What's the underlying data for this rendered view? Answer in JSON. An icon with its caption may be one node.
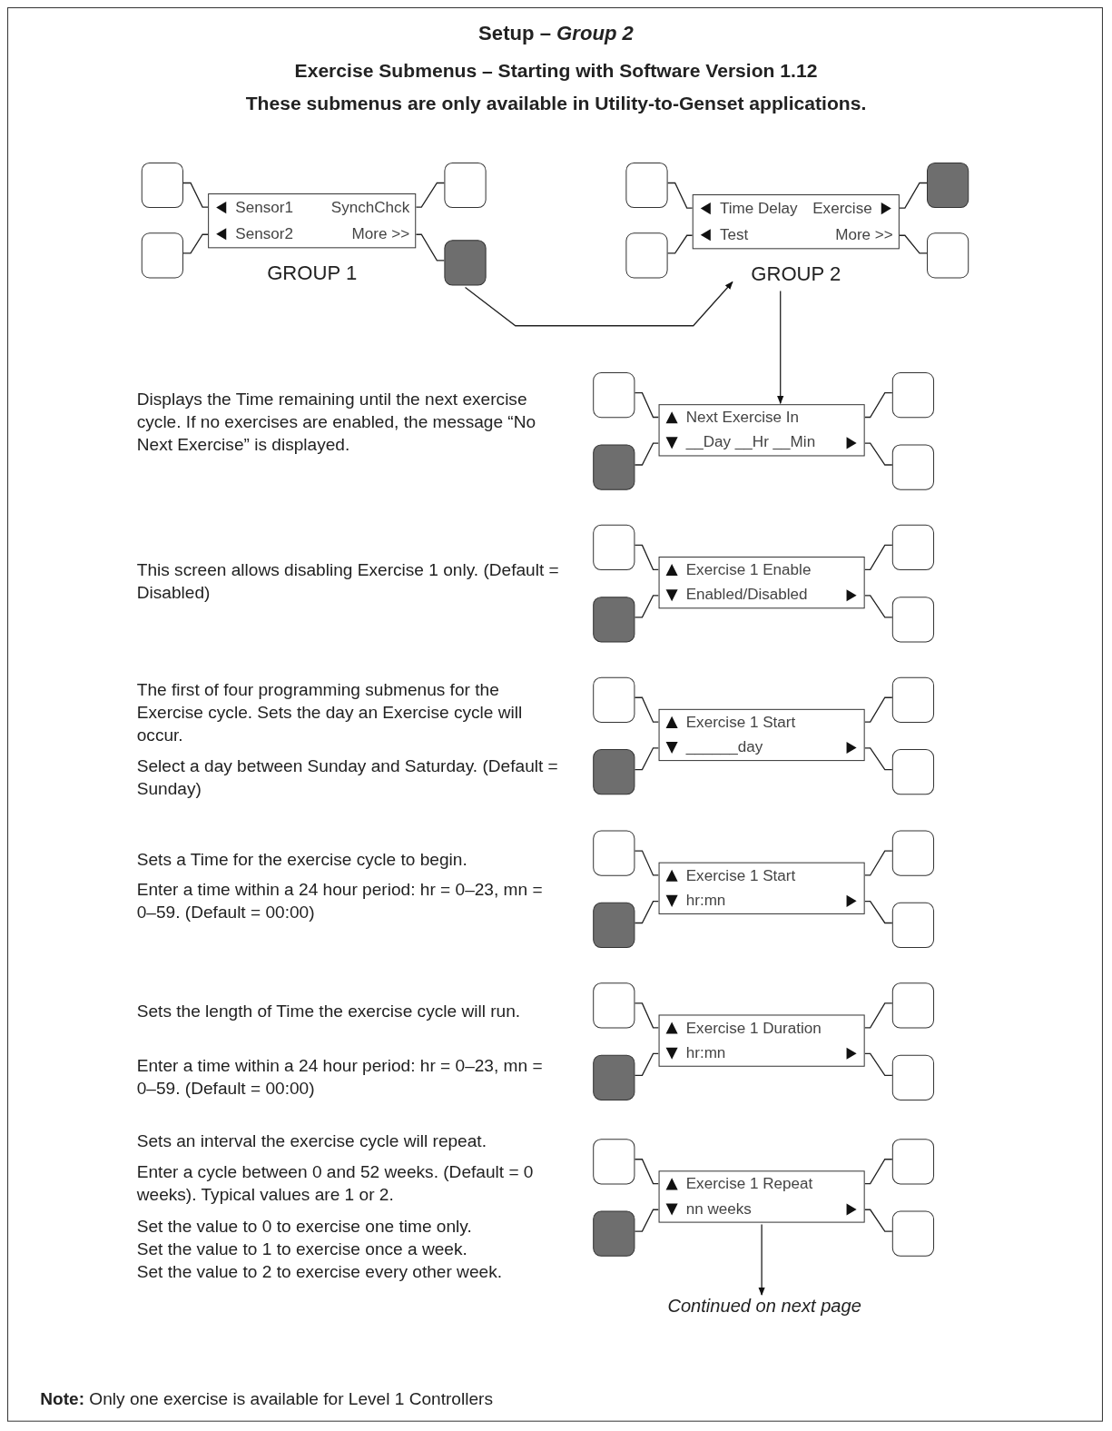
{
  "diagram": {
    "title": "Setup – *Group 2*",
    "nodes": [
      {
        "text": [
          "Sensor1",
          "SynchChck",
          "Sensor2",
          "More >>"
        ],
        "beside": [
          "GROUP 1"
        ]
      },
      {
        "text": [],
        "shape": "box"
      },
      {
        "text": [],
        "shape": "box"
      },
      {
        "text": [],
        "shape": "box"
      },
      {
        "text": [],
        "shape": "box"
      },
      {
        "text": [
          "Time Delay",
          "Exercise",
          "Test",
          "More >>"
        ],
        "beside": [
          "GROUP 2"
        ]
      },
      {
        "text": [],
        "shape": "box"
      },
      {
        "text": [],
        "shape": "box"
      },
      {
        "text": [],
        "shape": "box"
      },
      {
        "text": [],
        "shape": "box"
      },
      {
        "text": [
          "Next Exercise In",
          "__Day __Hr __Min"
        ]
      },
      {
        "text": [],
        "shape": "box"
      },
      {
        "text": [],
        "shape": "box"
      },
      {
        "text": [],
        "shape": "box"
      },
      {
        "text": [],
        "shape": "box"
      },
      {
        "text": [
          "Exercise 1 Enable",
          "Enabled/Disabled"
        ]
      },
      {
        "text": [],
        "shape": "box"
      },
      {
        "text": [],
        "shape": "box"
      },
      {
        "text": [],
        "shape": "box"
      },
      {
        "text": [],
        "shape": "box"
      },
      {
        "text": [
          "Exercise 1 Start",
          "______day"
        ]
      },
      {
        "text": [],
        "shape": "box"
      },
      {
        "text": [],
        "shape": "box"
      },
      {
        "text": [],
        "shape": "box"
      },
      {
        "text": [],
        "shape": "box"
      },
      {
        "text": [
          "Exercise 1 Start",
          "hr:mn"
        ]
      },
      {
        "text": [],
        "shape": "box"
      },
      {
        "text": [],
        "shape": "box"
      },
      {
        "text": [],
        "shape": "box"
      },
      {
        "text": [],
        "shape": "box"
      },
      {
        "text": [
          "Exercise 1 Duration",
          "hr:mn"
        ]
      },
      {
        "text": [],
        "shape": "box"
      },
      {
        "text": [],
        "shape": "box"
      },
      {
        "text": [],
        "shape": "box"
      },
      {
        "text": [],
        "shape": "box"
      },
      {
        "text": [
          "Exercise 1 Repeat",
          "nn weeks"
        ]
      },
      {
        "text": [],
        "shape": "box"
      },
      {
        "text": [],
        "shape": "box"
      },
      {
        "text": [],
        "shape": "box"
      },
      {
        "text": [],
        "shape": "box"
      },
      {
        "text": [
          "Continued on next page"
        ]
      }
    ],
    "edges": [
      {
        "from": 1,
        "to": 0,
        "arrow": "none"
      },
      {
        "from": 2,
        "to": 0,
        "arrow": "none"
      },
      {
        "from": 3,
        "to": 0,
        "arrow": "none"
      },
      {
        "from": 4,
        "to": 0,
        "arrow": "none"
      },
      {
        "from": 4,
        "to": 5,
        "arrow": "to"
      },
      {
        "from": 6,
        "to": 5,
        "arrow": "none"
      },
      {
        "from": 7,
        "to": 5,
        "arrow": "none"
      },
      {
        "from": 8,
        "to": 5,
        "arrow": "none"
      },
      {
        "from": 9,
        "to": 5,
        "arrow": "none"
      },
      {
        "from": 5,
        "to": 10,
        "arrow": "to"
      },
      {
        "from": 11,
        "to": 10,
        "arrow": "none"
      },
      {
        "from": 12,
        "to": 10,
        "arrow": "none"
      },
      {
        "from": 13,
        "to": 10,
        "arrow": "none"
      },
      {
        "from": 14,
        "to": 10,
        "arrow": "none"
      },
      {
        "from": 16,
        "to": 15,
        "arrow": "none"
      },
      {
        "from": 17,
        "to": 15,
        "arrow": "none"
      },
      {
        "from": 18,
        "to": 15,
        "arrow": "none"
      },
      {
        "from": 19,
        "to": 15,
        "arrow": "none"
      },
      {
        "from": 21,
        "to": 20,
        "arrow": "none"
      },
      {
        "from": 22,
        "to": 20,
        "arrow": "none"
      },
      {
        "from": 23,
        "to": 20,
        "arrow": "none"
      },
      {
        "from": 24,
        "to": 20,
        "arrow": "none"
      },
      {
        "from": 26,
        "to": 25,
        "arrow": "none"
      },
      {
        "from": 27,
        "to": 25,
        "arrow": "none"
      },
      {
        "from": 28,
        "to": 25,
        "arrow": "none"
      },
      {
        "from": 29,
        "to": 25,
        "arrow": "none"
      },
      {
        "from": 31,
        "to": 30,
        "arrow": "none"
      },
      {
        "from": 32,
        "to": 30,
        "arrow": "none"
      },
      {
        "from": 33,
        "to": 30,
        "arrow": "none"
      },
      {
        "from": 34,
        "to": 30,
        "arrow": "none"
      },
      {
        "from": 36,
        "to": 35,
        "arrow": "none"
      },
      {
        "from": 37,
        "to": 35,
        "arrow": "none"
      },
      {
        "from": 38,
        "to": 35,
        "arrow": "none"
      },
      {
        "from": 39,
        "to": 35,
        "arrow": "none"
      },
      {
        "from": 35,
        "to": 40,
        "arrow": "to"
      }
    ],
    "labels": [
      "Exercise Submenus – Starting with Software Version 1.12",
      "These submenus are only available in Utility-to-Genset applications.",
      "Displays the Time remaining until the next exercise cycle. If no exercises are enabled, the message “No Next Exercise” is displayed.",
      "This screen allows disabling Exercise 1 only. (Default = Disabled)",
      "The first of four programming submenus for the Exercise cycle. Sets the day an Exercise cycle will occur.",
      "Select a day between Sunday and Saturday. (Default = Sunday)",
      "Sets a Time for the exercise cycle to begin.",
      "Enter a time within a 24 hour period: hr = 0–23, mn = 0–59. (Default = 00:00)",
      "Sets the length of Time the exercise cycle will run.",
      "Enter a time within a 24 hour period: hr = 0–23, mn = 0–59. (Default = 00:00)",
      "Sets an interval the exercise cycle will repeat.",
      "Enter a cycle between 0 and 52 weeks. (Default = 0 weeks). Typical values are 1 or 2.",
      "Set the value to 0 to exercise one time only.",
      "Set the value to 1 to exercise once a week.",
      "Set the value to 2 to exercise every other week.",
      "**Note:** Only one exercise is available for Level 1 Controllers"
    ]
  }
}
